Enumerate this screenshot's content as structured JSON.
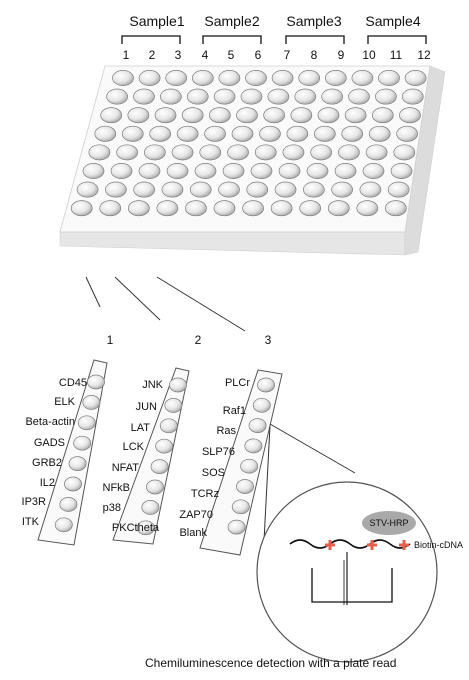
{
  "samples": [
    "Sample1",
    "Sample2",
    "Sample3",
    "Sample4"
  ],
  "columns": [
    "1",
    "2",
    "3",
    "4",
    "5",
    "6",
    "7",
    "8",
    "9",
    "10",
    "11",
    "12"
  ],
  "strips": [
    {
      "number": "1",
      "labels": [
        "CD45",
        "ELK",
        "Beta-actin",
        "GADS",
        "GRB2",
        "IL2",
        "IP3R",
        "ITK"
      ]
    },
    {
      "number": "2",
      "labels": [
        "JNK",
        "JUN",
        "LAT",
        "LCK",
        "NFAT",
        "NFkB",
        "p38",
        "PKCtheta"
      ]
    },
    {
      "number": "3",
      "labels": [
        "PLCr",
        "Raf1",
        "Ras",
        "SLP76",
        "SOS",
        "TCRz",
        "ZAP70",
        "Blank"
      ]
    }
  ],
  "detail": {
    "enzyme": "STV-HRP",
    "probe": "Biotin-cDNA"
  },
  "caption": "Chemiluminescence detection with a plate read",
  "colors": {
    "marker": "#e8604c",
    "enzyme": "#a9a9a9",
    "plate_top": "#fafafa",
    "plate_side": "#e3e3e3"
  }
}
